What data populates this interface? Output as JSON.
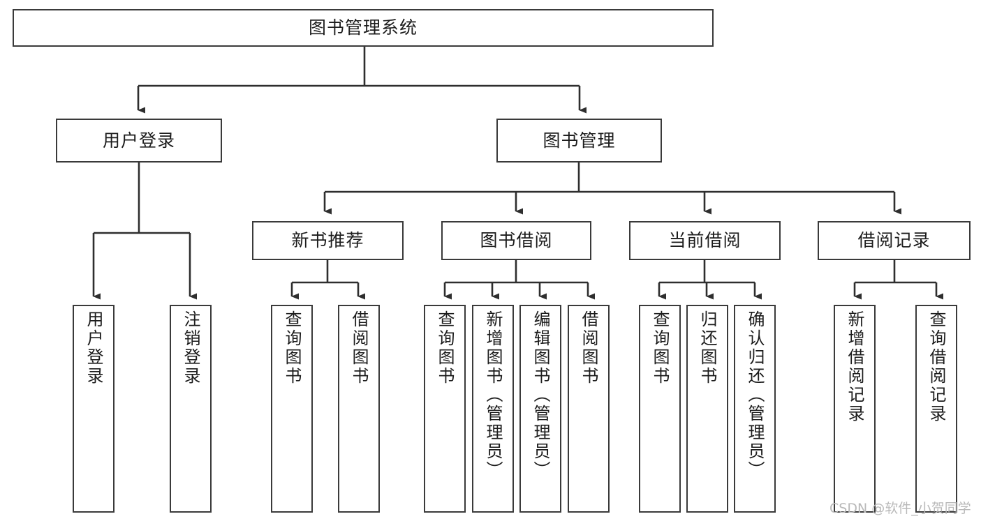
{
  "diagram": {
    "title": "图书管理系统",
    "type": "hierarchy-tree",
    "watermark": "CSDN @软件_小贺同学",
    "colors": {
      "box_border": "#3a3a3a",
      "box_fill": "#ffffff",
      "edge": "#2e2e2e",
      "text": "#1c1c1c",
      "watermark": "#b9b9b9",
      "background": "#ffffff"
    },
    "nodes": {
      "root": {
        "label": "图书管理系统"
      },
      "level2": [
        {
          "id": "user-login",
          "label": "用户登录"
        },
        {
          "id": "book-manage",
          "label": "图书管理"
        }
      ],
      "level3": [
        {
          "id": "new-book-rec",
          "label": "新书推荐"
        },
        {
          "id": "book-borrow",
          "label": "图书借阅"
        },
        {
          "id": "current-borrow",
          "label": "当前借阅"
        },
        {
          "id": "borrow-record",
          "label": "借阅记录"
        }
      ],
      "leaves": {
        "user-login": [
          {
            "id": "leaf-user-login",
            "label": "用户登录"
          },
          {
            "id": "leaf-user-logout",
            "label": "注销登录"
          }
        ],
        "new-book-rec": [
          {
            "id": "leaf-query-book-1",
            "label": "查询图书"
          },
          {
            "id": "leaf-borrow-book-1",
            "label": "借阅图书"
          }
        ],
        "book-borrow": [
          {
            "id": "leaf-query-book-2",
            "label": "查询图书"
          },
          {
            "id": "leaf-add-book",
            "label": "新增图书（管理员）"
          },
          {
            "id": "leaf-edit-book",
            "label": "编辑图书（管理员）"
          },
          {
            "id": "leaf-borrow-book-2",
            "label": "借阅图书"
          }
        ],
        "current-borrow": [
          {
            "id": "leaf-query-book-3",
            "label": "查询图书"
          },
          {
            "id": "leaf-return-book",
            "label": "归还图书"
          },
          {
            "id": "leaf-confirm-return",
            "label": "确认归还（管理员）"
          }
        ],
        "borrow-record": [
          {
            "id": "leaf-add-record",
            "label": "新增借阅记录"
          },
          {
            "id": "leaf-query-record",
            "label": "查询借阅记录"
          }
        ]
      }
    }
  }
}
